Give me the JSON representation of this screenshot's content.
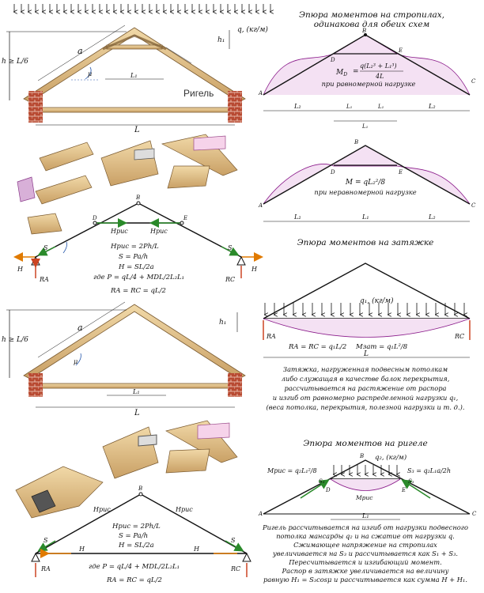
{
  "top_left": {
    "load_label": "q, (кг/м)",
    "h_label": "h ≥ L/6",
    "a_label": "a",
    "h1_label": "h₁",
    "mu_label": "μ",
    "l1_label": "L₁",
    "l_label": "L",
    "rigel_label": "Ригель"
  },
  "rafter_moments": {
    "title_line1": "Эпюра моментов на стропилах,",
    "title_line2": "одинакова для обеих схем",
    "md_formula": "M",
    "md_sub": "D",
    "md_numer": "q(L₂³ + L₁³)",
    "md_denom": "4L",
    "uniform_caption": "при равномерной нагрузке",
    "l2": "L₂",
    "l1": "L₁",
    "l1half": "L₁",
    "l": "L₁",
    "points": {
      "a": "A",
      "b": "B",
      "c": "C",
      "d": "D",
      "e": "E"
    }
  },
  "nonuniform": {
    "formula": "M = qL₂²/8",
    "caption": "при неравномерной нагрузке",
    "l2": "L₂",
    "l1": "L₁"
  },
  "scheme1": {
    "h_rig_l": "Hрис",
    "h_rig_r": "Hрис",
    "f1": "Hрис = 2Ph/L",
    "f2": "S = Pa/h",
    "f3": "H = SL/2a",
    "f4": "где P = qL/4 + MDL/2L₂L₁",
    "f5": "RA = RC = qL/2",
    "s_label": "S",
    "h_label": "H",
    "ra": "RA",
    "rc": "RC"
  },
  "tie_moments": {
    "title": "Эпюра моментов на затяжке",
    "load": "q₁, (кг/м)",
    "ra": "RA",
    "rc": "RC",
    "reactions": "RA = RC = q₁L/2",
    "mmax": "Mзат = q₁L²/8",
    "l": "L",
    "desc": [
      "Затяжка, нагруженная подвесным потолкам",
      "либо служащая в качестве балок перекрытия,",
      "рассчитывается на растяжение от распора",
      "и изгиб от равномерно распределенной нагрузки q₁,",
      "(веса потолка, перекрытия, полезной нагрузки и т. д.)."
    ]
  },
  "mid_left": {
    "h_label": "h ≥ L/6",
    "a_label": "a",
    "h1_label": "h₁",
    "mu_label": "μ",
    "l1_label": "L₁",
    "l_label": "L"
  },
  "rigel_moments": {
    "title": "Эпюра моментов на ригеле",
    "load": "q₂, (кг/м)",
    "m_left": "Mрис = q₂L₁²/8",
    "m_right": "S₃ = q₂L₁a/2h",
    "m_center": "Mрис",
    "l1": "L₁",
    "desc": [
      "Ригель рассчитывается на изгиб от нагрузки подвесного",
      "потолка мансарды q₂ и на сжатие от нагрузки q.",
      "Сжимающее напряжение на стропилах",
      "увеличивается на S₃ и рассчитывается как S₁ + S₃.",
      "Пересчитывается и изгибающий момент.",
      "Распор в затяжке увеличивается на величину",
      "равную H₁ = S₃cosμ и рассчитывается как сумма H + H₁."
    ]
  },
  "scheme2": {
    "h_rig_l": "Hрис",
    "h_rig_r": "Hрис",
    "f1": "Hрис = 2Ph/L",
    "f2": "S = Pa/h",
    "f3": "H = SL/2a",
    "f4": "где P = qL/4 + MDL/2L₂L₁",
    "f5": "RA = RC = qL/2",
    "s_label": "S",
    "h_label": "H",
    "ra": "RA",
    "rc": "RC"
  }
}
